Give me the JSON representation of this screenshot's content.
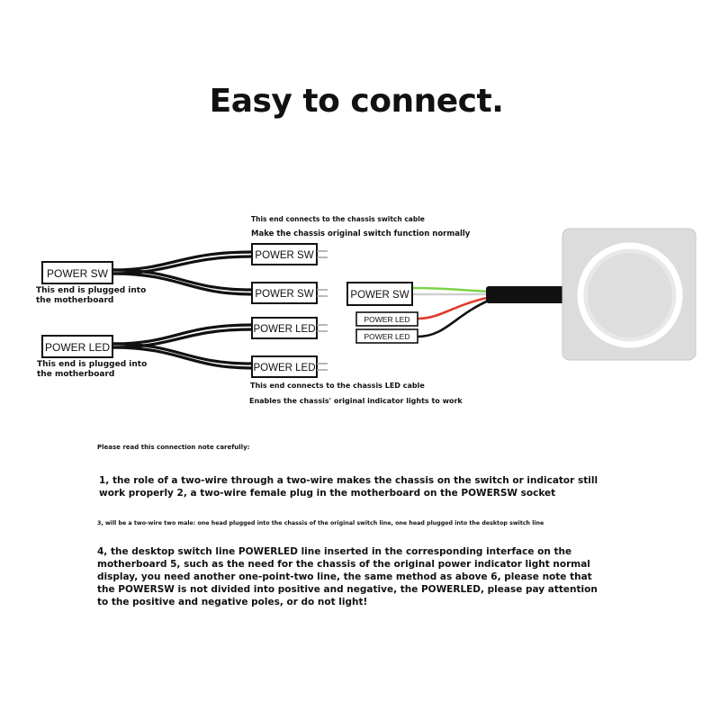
{
  "title": "Easy to connect.",
  "labels": {
    "power_sw": "POWER SW",
    "power_led": "POWER LED",
    "power_led_small": "POWER LED",
    "switch_end_line1": "This end connects to the chassis switch cable",
    "switch_end_line2": "Make the chassis original switch function normally",
    "motherboard_sw_line1": "This end is plugged into",
    "motherboard_sw_line2": "the motherboard",
    "motherboard_led_line1": "This end is plugged into",
    "motherboard_led_line2": "the motherboard",
    "led_end_line1": "This end connects to the chassis LED cable",
    "led_end_line2": "Enables the chassis' original indicator lights to work"
  },
  "notes": {
    "heading": "Please read this connection note carefully:",
    "p1": "1, the role of a two-wire through a two-wire makes the chassis on the switch or indicator still work properly 2, a two-wire female plug in the motherboard on the POWERSW socket",
    "p2": "3, will be a two-wire two male: one head plugged into the chassis of the original switch line, one head plugged into the desktop switch line",
    "p3": "4, the desktop switch line POWERLED line inserted in the corresponding interface on the motherboard 5, such as the need for the chassis of the original power indicator light normal display, you need another one-point-two line, the same method as above 6, please note that the POWERSW is not divided into positive and negative, the POWERLED, please pay attention to the positive and negative poles, or do not light!"
  },
  "colors": {
    "wire": "#111111",
    "green_wire": "#7fd34a",
    "red_wire": "#e23a2a",
    "button_plate": "#dcdcdc"
  }
}
